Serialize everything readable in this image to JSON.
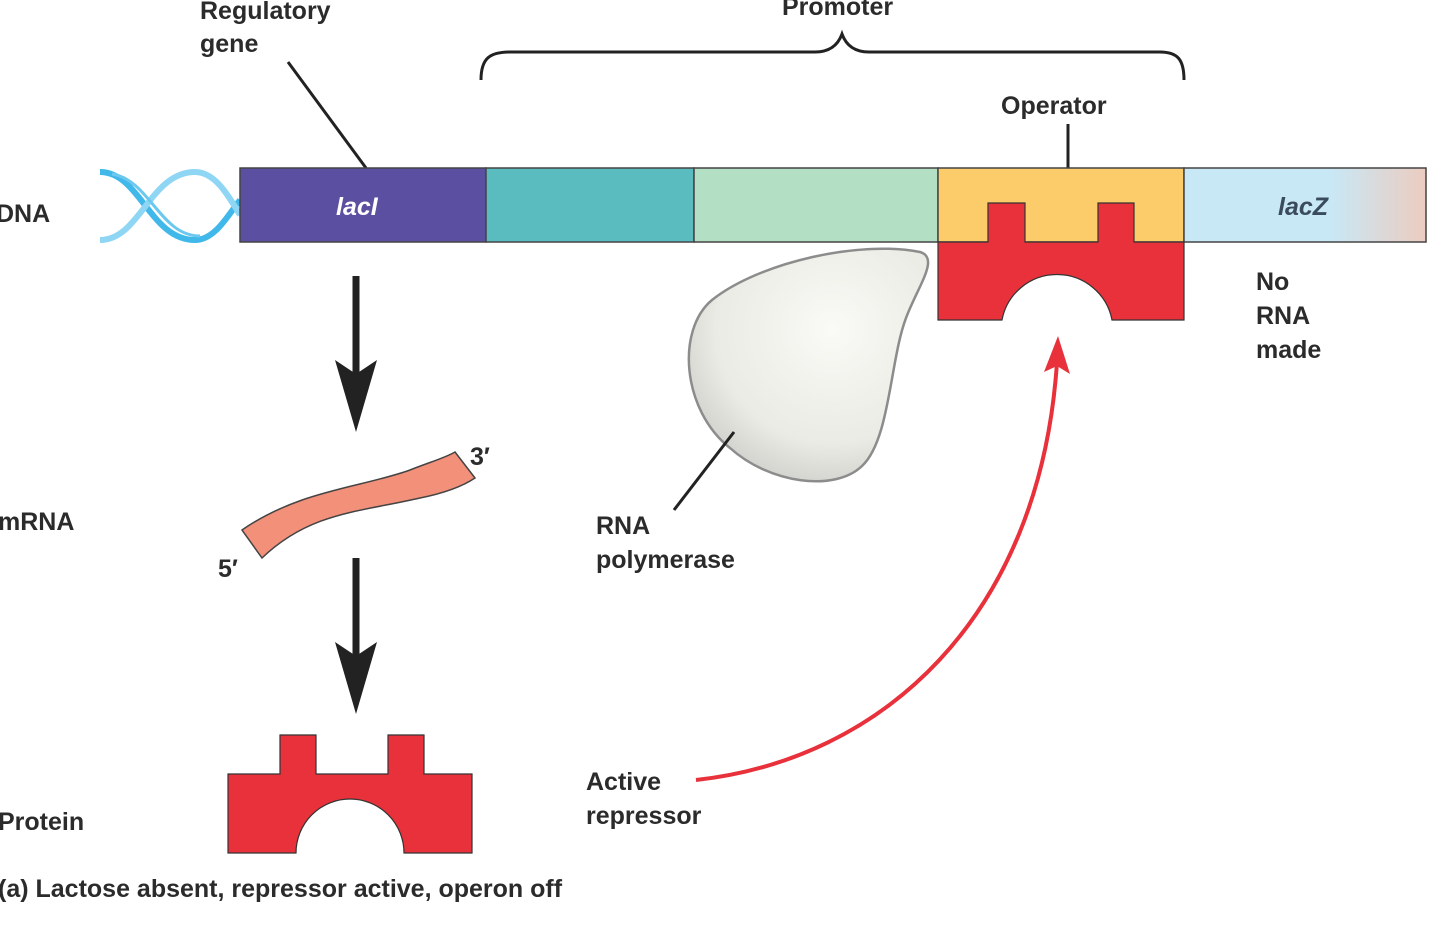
{
  "labels": {
    "regulatory_gene_line1": "Regulatory",
    "regulatory_gene_line2": "gene",
    "promoter": "Promoter",
    "operator": "Operator",
    "dna": "DNA",
    "laci": "lacI",
    "lacz": "lacZ",
    "no_rna_line1": "No",
    "no_rna_line2": "RNA",
    "no_rna_line3": "made",
    "mrna": "mRNA",
    "three_prime": "3′",
    "five_prime": "5′",
    "rna_polymerase_line1": "RNA",
    "rna_polymerase_line2": "polymerase",
    "active_repressor_line1": "Active",
    "active_repressor_line2": "repressor",
    "protein": "Protein",
    "caption": "(a) Lactose absent, repressor active, operon off"
  },
  "colors": {
    "laci_segment": "#5a4fa0",
    "promoter_segment_1": "#5bbcc0",
    "promoter_segment_2": "#b3dfc4",
    "operator_segment": "#fccb6a",
    "lacz_segment": "#c8e8f6",
    "repressor": "#e8313a",
    "mrna": "#f2907a",
    "dna_helix": "#41b8ea",
    "arrow_red": "#e8313a",
    "polymerase_fill": "#eaeae4"
  }
}
